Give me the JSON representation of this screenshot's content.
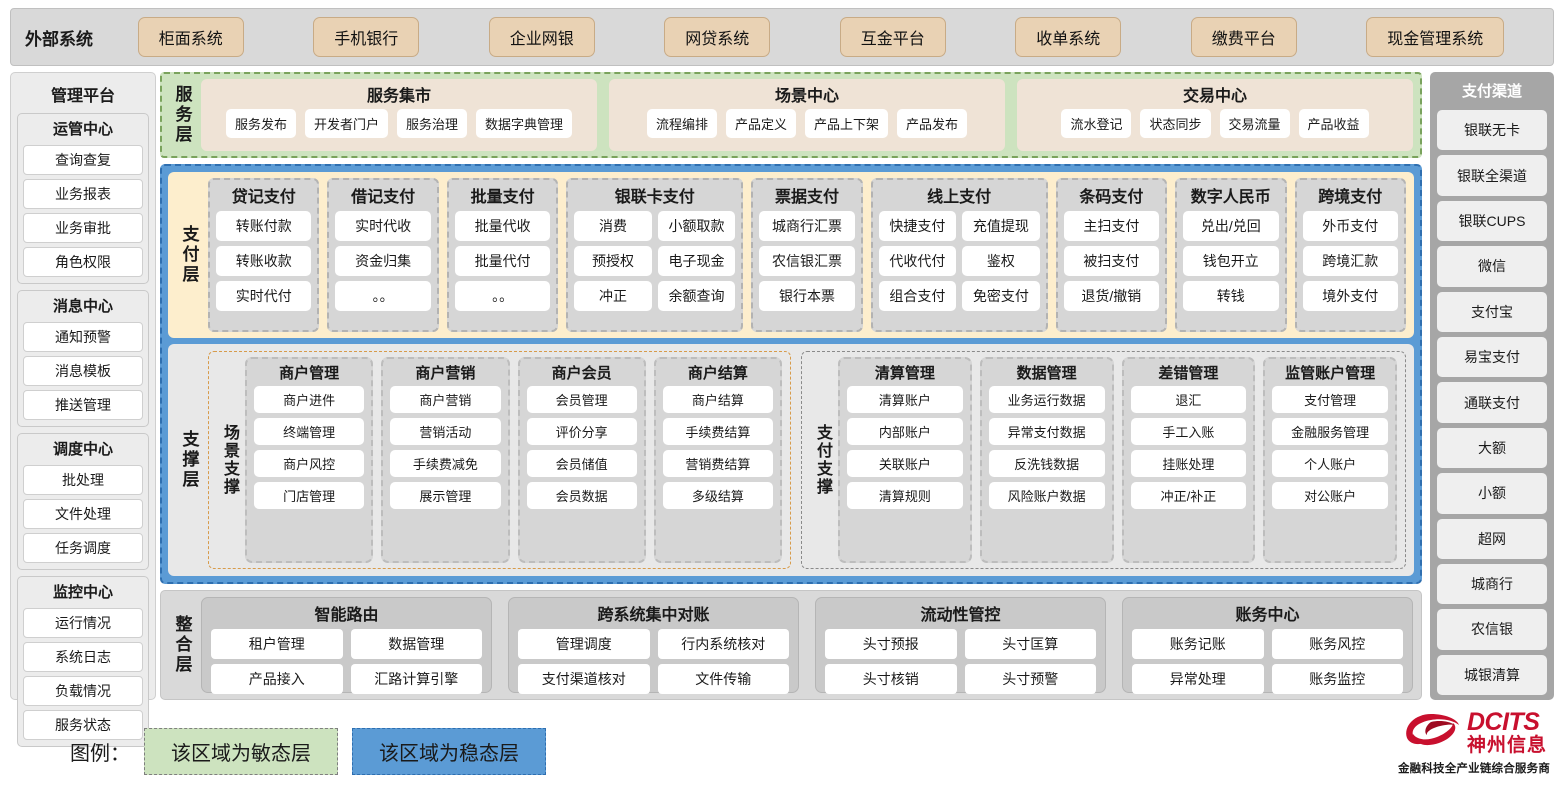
{
  "external": {
    "title": "外部系统",
    "items": [
      "柜面系统",
      "手机银行",
      "企业网银",
      "网贷系统",
      "互金平台",
      "收单系统",
      "缴费平台",
      "现金管理系统"
    ]
  },
  "management": {
    "title": "管理平台",
    "groups": [
      {
        "title": "运管中心",
        "items": [
          "查询查复",
          "业务报表",
          "业务审批",
          "角色权限"
        ]
      },
      {
        "title": "消息中心",
        "items": [
          "通知预警",
          "消息模板",
          "推送管理"
        ]
      },
      {
        "title": "调度中心",
        "items": [
          "批处理",
          "文件处理",
          "任务调度"
        ]
      },
      {
        "title": "监控中心",
        "items": [
          "运行情况",
          "系统日志",
          "负载情况",
          "服务状态"
        ]
      }
    ]
  },
  "service_layer": {
    "label": "服务层",
    "groups": [
      {
        "title": "服务集市",
        "items": [
          "服务发布",
          "开发者门户",
          "服务治理",
          "数据字典管理"
        ]
      },
      {
        "title": "场景中心",
        "items": [
          "流程编排",
          "产品定义",
          "产品上下架",
          "产品发布"
        ]
      },
      {
        "title": "交易中心",
        "items": [
          "流水登记",
          "状态同步",
          "交易流量",
          "产品收益"
        ]
      }
    ]
  },
  "pay_layer": {
    "label": "支付层",
    "groups": [
      {
        "title": "贷记支付",
        "cols": 1,
        "cells": [
          "转账付款",
          "转账收款",
          "实时代付"
        ]
      },
      {
        "title": "借记支付",
        "cols": 1,
        "cells": [
          "实时代收",
          "资金归集",
          "。。"
        ]
      },
      {
        "title": "批量支付",
        "cols": 1,
        "cells": [
          "批量代收",
          "批量代付",
          "。。"
        ]
      },
      {
        "title": "银联卡支付",
        "cols": 2,
        "cells": [
          "消费",
          "小额取款",
          "预授权",
          "电子现金",
          "冲正",
          "余额查询"
        ]
      },
      {
        "title": "票据支付",
        "cols": 1,
        "cells": [
          "城商行汇票",
          "农信银汇票",
          "银行本票"
        ]
      },
      {
        "title": "线上支付",
        "cols": 2,
        "cells": [
          "快捷支付",
          "充值提现",
          "代收代付",
          "鉴权",
          "组合支付",
          "免密支付"
        ]
      },
      {
        "title": "条码支付",
        "cols": 1,
        "cells": [
          "主扫支付",
          "被扫支付",
          "退货/撤销"
        ]
      },
      {
        "title": "数字人民币",
        "cols": 1,
        "cells": [
          "兑出/兑回",
          "钱包开立",
          "转钱"
        ]
      },
      {
        "title": "跨境支付",
        "cols": 1,
        "cells": [
          "外币支付",
          "跨境汇款",
          "境外支付"
        ]
      }
    ]
  },
  "support_layer": {
    "label": "支撑层",
    "panels": [
      {
        "label": "场景支撑",
        "groups": [
          {
            "title": "商户管理",
            "cells": [
              "商户进件",
              "终端管理",
              "商户风控",
              "门店管理"
            ]
          },
          {
            "title": "商户营销",
            "cells": [
              "商户营销",
              "营销活动",
              "手续费减免",
              "展示管理"
            ]
          },
          {
            "title": "商户会员",
            "cells": [
              "会员管理",
              "评价分享",
              "会员储值",
              "会员数据"
            ]
          },
          {
            "title": "商户结算",
            "cells": [
              "商户结算",
              "手续费结算",
              "营销费结算",
              "多级结算"
            ]
          }
        ]
      },
      {
        "label": "支付支撑",
        "groups": [
          {
            "title": "清算管理",
            "cells": [
              "清算账户",
              "内部账户",
              "关联账户",
              "清算规则"
            ]
          },
          {
            "title": "数据管理",
            "cells": [
              "业务运行数据",
              "异常支付数据",
              "反洗钱数据",
              "风险账户数据"
            ]
          },
          {
            "title": "差错管理",
            "cells": [
              "退汇",
              "手工入账",
              "挂账处理",
              "冲正/补正"
            ]
          },
          {
            "title": "监管账户管理",
            "cells": [
              "支付管理",
              "金融服务管理",
              "个人账户",
              "对公账户"
            ]
          }
        ]
      }
    ]
  },
  "integration_layer": {
    "label": "整合层",
    "groups": [
      {
        "title": "智能路由",
        "cells": [
          "租户管理",
          "数据管理",
          "产品接入",
          "汇路计算引擎"
        ]
      },
      {
        "title": "跨系统集中对账",
        "cells": [
          "管理调度",
          "行内系统核对",
          "支付渠道核对",
          "文件传输"
        ]
      },
      {
        "title": "流动性管控",
        "cells": [
          "头寸预报",
          "头寸匡算",
          "头寸核销",
          "头寸预警"
        ]
      },
      {
        "title": "账务中心",
        "cells": [
          "账务记账",
          "账务风控",
          "异常处理",
          "账务监控"
        ]
      }
    ]
  },
  "channels": {
    "title": "支付渠道",
    "items": [
      "银联无卡",
      "银联全渠道",
      "银联CUPS",
      "微信",
      "支付宝",
      "易宝支付",
      "通联支付",
      "大额",
      "小额",
      "超网",
      "城商行",
      "农信银",
      "城银清算"
    ]
  },
  "legend": {
    "label": "图例：",
    "agile": "该区域为敏态层",
    "stable": "该区域为稳态层",
    "agile_color": "#cde3bf",
    "stable_color": "#5b9bd5"
  },
  "logo": {
    "en": "DCITS",
    "cn": "神州信息",
    "tagline": "金融科技全产业链综合服务商",
    "color": "#c8102e"
  }
}
